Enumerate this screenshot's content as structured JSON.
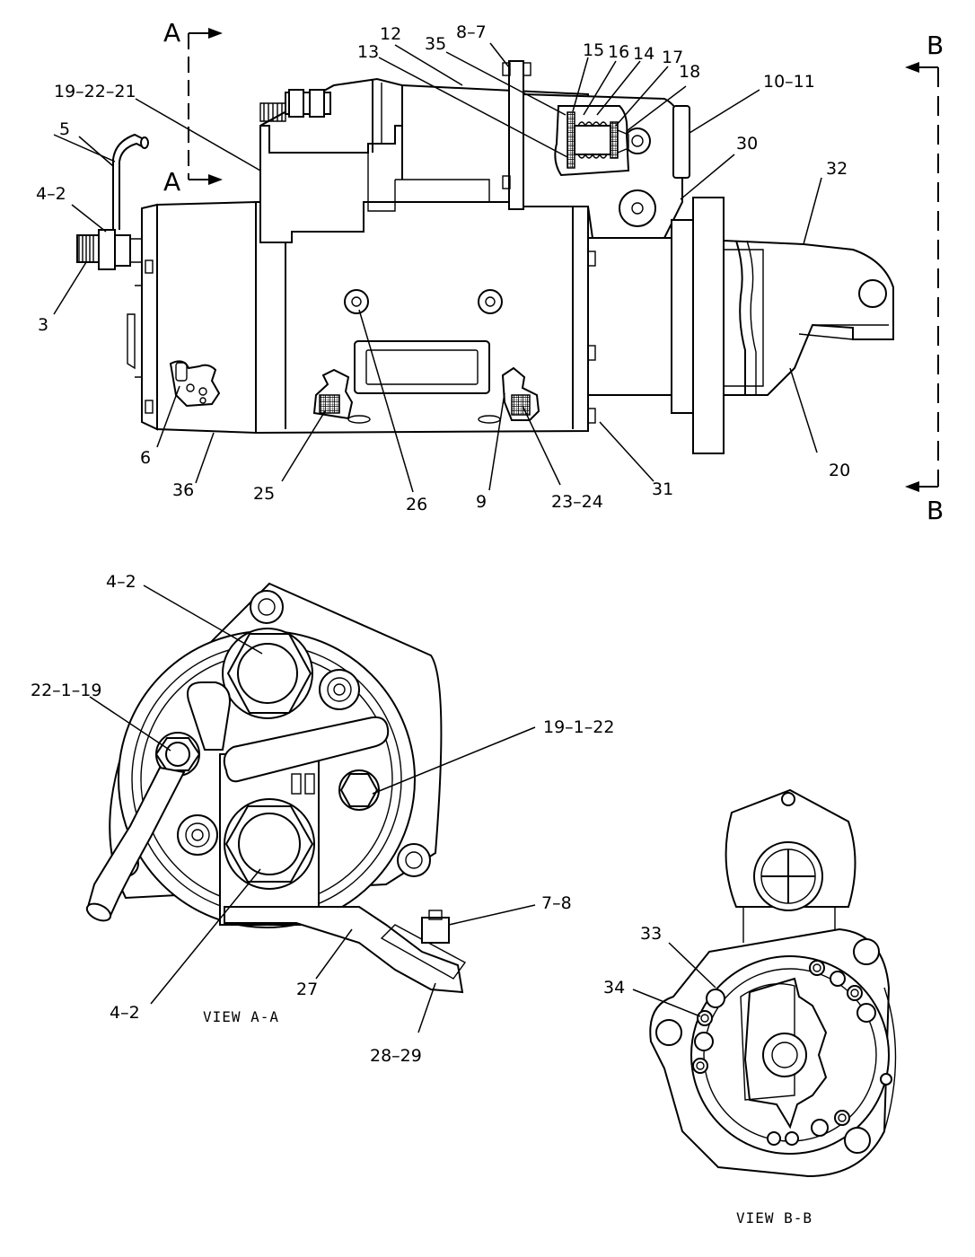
{
  "sections": {
    "a_top": "A",
    "a_bottom": "A",
    "b_top": "B",
    "b_bottom": "B"
  },
  "views": {
    "a_a": "VIEW A-A",
    "b_b": "VIEW B-B"
  },
  "labels": {
    "l12": "12",
    "l35": "35",
    "l8_7": "8–7",
    "l13": "13",
    "l15": "15",
    "l16": "16",
    "l14": "14",
    "l17": "17",
    "l18": "18",
    "l10_11": "10–11",
    "l30": "30",
    "l32": "32",
    "l19_22_21": "19–22–21",
    "l5": "5",
    "l4_2_side": "4–2",
    "l3": "3",
    "l6": "6",
    "l36": "36",
    "l25": "25",
    "l26": "26",
    "l9": "9",
    "l23_24": "23–24",
    "l31": "31",
    "l20": "20",
    "l4_2_va_top": "4–2",
    "l22_1_19": "22–1–19",
    "l19_1_22": "19–1–22",
    "l7_8": "7–8",
    "l27": "27",
    "l4_2_va_bottom": "4–2",
    "l28_29": "28–29",
    "l33": "33",
    "l34": "34"
  }
}
